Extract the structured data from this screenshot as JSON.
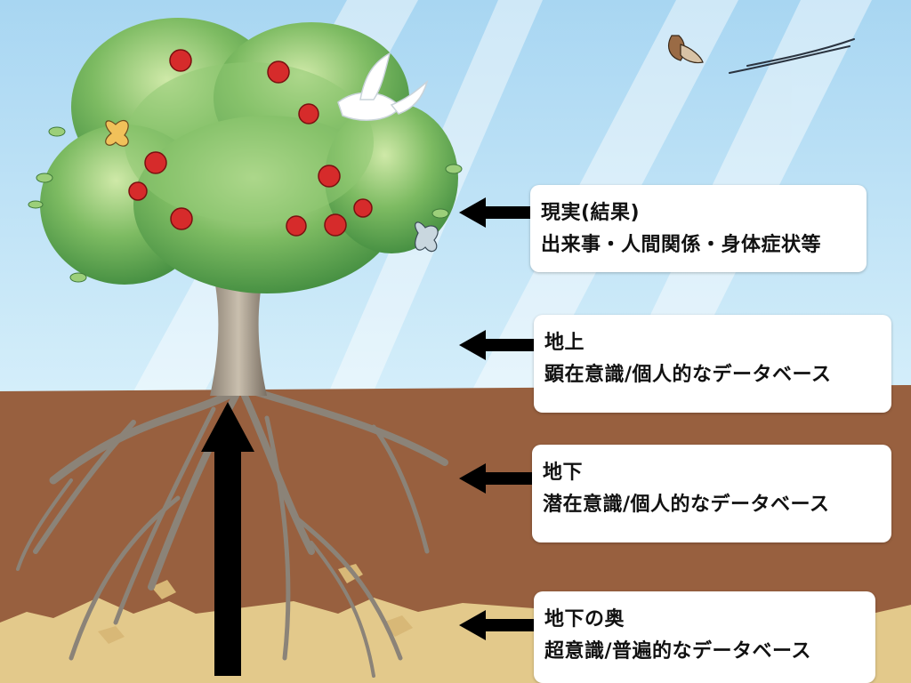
{
  "labels": {
    "reality": {
      "line1": "現実(結果)",
      "line2": "出来事・人間関係・身体症状等"
    },
    "ground": {
      "line1": "地上",
      "line2": "顕在意識/個人的なデータベース"
    },
    "under": {
      "line1": "地下",
      "line2": "潜在意識/個人的なデータベース"
    },
    "deep": {
      "line1": "地下の奥",
      "line2": "超意識/普遍的なデータベース"
    }
  },
  "colors": {
    "sky": "#bfe3f6",
    "soil": "#98603f",
    "sand": "#e3c98b",
    "leaf": "#6fae5b",
    "apple": "#d62b2b",
    "arrow": "#000000"
  },
  "icons": [
    "tree",
    "apple",
    "dove",
    "butterfly",
    "up-arrow",
    "left-arrow"
  ]
}
